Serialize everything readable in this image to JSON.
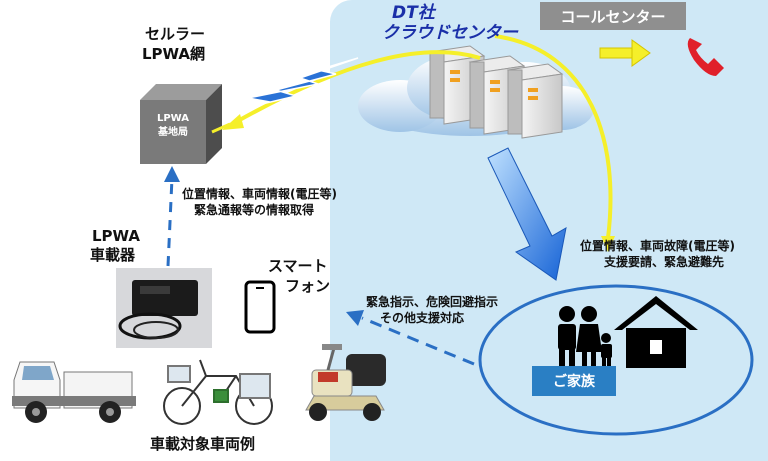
{
  "title_line1": "DT社",
  "title_line2": "クラウドセンター",
  "call_center": "コールセンター",
  "cellular_line1": "セルラー",
  "cellular_line2": "LPWA網",
  "base_station_line1": "LPWA",
  "base_station_line2": "基地局",
  "uplink_info_line1": "位置情報、車両情報(電圧等)",
  "uplink_info_line2": "緊急通報等の情報取得",
  "device_label_line1": "LPWA",
  "device_label_line2": "車載器",
  "smartphone_line1": "スマート",
  "smartphone_line2": "フォン",
  "home_info_line1": "位置情報、車両故障(電圧等)",
  "home_info_line2": "支援要請、緊急避難先",
  "family_instr_line1": "緊急指示、危険回避指示",
  "family_instr_line2": "その他支援対応",
  "family_label": "ご家族",
  "vehicles_caption": "車載対象車両例",
  "colors": {
    "cloud_panel": "#cfe8f6",
    "arrow_yellow": "#f5ef2a",
    "arrow_blue": "#2a6fc4",
    "badge": "#2a7fc4",
    "phone_red": "#e0202a"
  }
}
